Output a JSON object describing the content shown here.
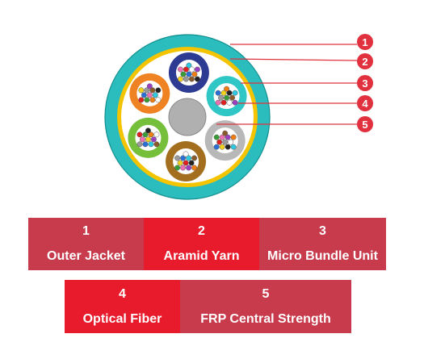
{
  "colors": {
    "outer_jacket": "#2bbdbd",
    "aramid_yarn": "#f5c400",
    "filler": "#ffffff",
    "central_strength": "#b0b0b0",
    "badge": "#e1313f",
    "legend_dark": "#c73b4c",
    "legend_bright": "#e81b2c"
  },
  "badges": [
    "1",
    "2",
    "3",
    "4",
    "5"
  ],
  "micro_bundle_units": [
    {
      "tube_color": "#2d3b92",
      "ring_color": "#ffffff"
    },
    {
      "tube_color": "#2fc6c6",
      "ring_color": "#ffffff"
    },
    {
      "tube_color": "#b8b8b8",
      "ring_color": "#ffffff"
    },
    {
      "tube_color": "#a36f1e",
      "ring_color": "#ffffff"
    },
    {
      "tube_color": "#76bf3a",
      "ring_color": "#ffffff"
    },
    {
      "tube_color": "#ef8222",
      "ring_color": "#ffffff"
    }
  ],
  "fiber_colors": [
    "#2a6fd6",
    "#f07d14",
    "#3a9c36",
    "#8b5a2b",
    "#9a9a9a",
    "#ffffff",
    "#e02020",
    "#222222",
    "#f2d21c",
    "#9b3fc0",
    "#ef6fb3",
    "#2ec8e0"
  ],
  "legend": {
    "row1": [
      {
        "num": "1",
        "label": "Outer Jacket"
      },
      {
        "num": "2",
        "label": "Aramid Yarn"
      },
      {
        "num": "3",
        "label": "Micro Bundle Unit"
      }
    ],
    "row2": [
      {
        "num": "4",
        "label": "Optical Fiber"
      },
      {
        "num": "5",
        "label": "FRP Central Strength"
      }
    ]
  }
}
